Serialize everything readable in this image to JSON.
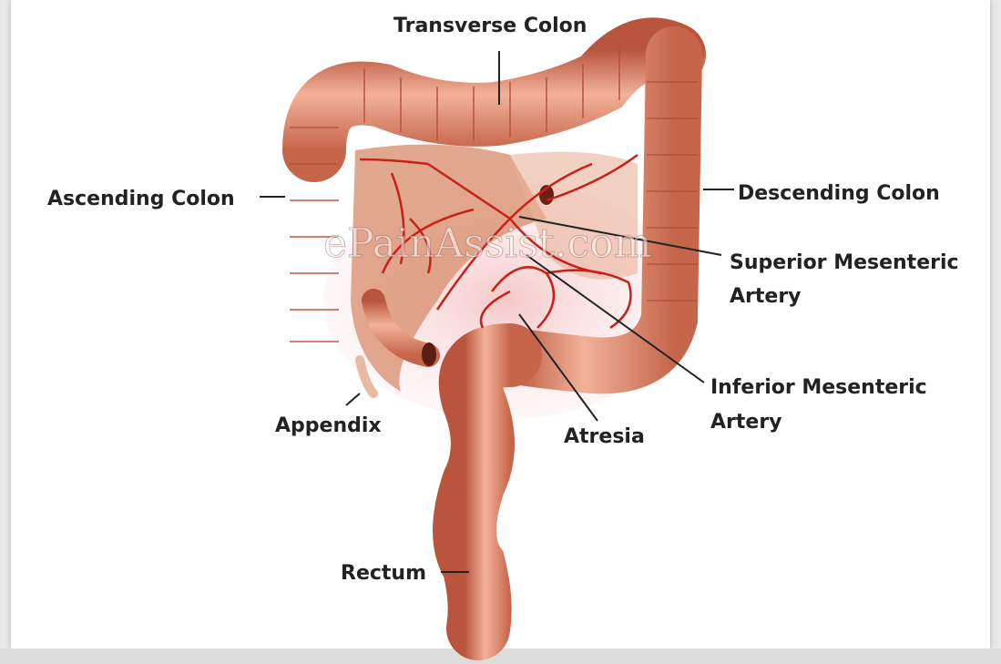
{
  "labels": {
    "transverse_colon": "Transverse Colon",
    "ascending_colon": "Ascending Colon",
    "descending_colon": "Descending Colon",
    "superior_mesenteric_artery_line1": "Superior Mesenteric",
    "superior_mesenteric_artery_line2": "Artery",
    "inferior_mesenteric_artery_line1": "Inferior Mesenteric",
    "inferior_mesenteric_artery_line2": "Artery",
    "appendix": "Appendix",
    "atresia": "Atresia",
    "rectum": "Rectum"
  },
  "watermark": "ePainAssist.com",
  "colors": {
    "colon": "#e79a7e",
    "colon_shadow": "#b5553e",
    "artery": "#c8211b",
    "mesentery": "#d98c6a",
    "pelvic_glow": "#f4c8c8"
  }
}
